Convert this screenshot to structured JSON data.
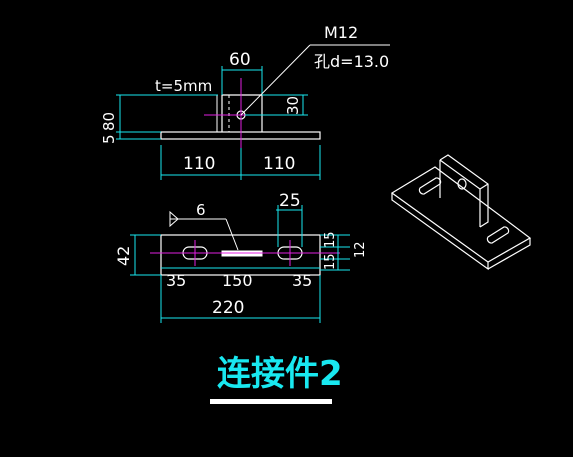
{
  "title": "连接件2",
  "colors": {
    "background": "#000000",
    "dimension": "#19e8f0",
    "object": "#ffffff",
    "centerline": "#e020e0",
    "title": "#19e8f0"
  },
  "elevation": {
    "top_width": "60",
    "height_5": "5",
    "height_80": "80",
    "hole_height": "30",
    "left_span": "110",
    "right_span": "110",
    "thickness": "t=5mm",
    "bolt": "M12",
    "hole_dia": "孔d=13.0"
  },
  "plan": {
    "weld": "6",
    "slot": "25",
    "depth": "42",
    "r1": "15",
    "r2": "15",
    "r3": "12",
    "left_edge": "35",
    "center_span": "150",
    "right_edge": "35",
    "total": "220"
  }
}
